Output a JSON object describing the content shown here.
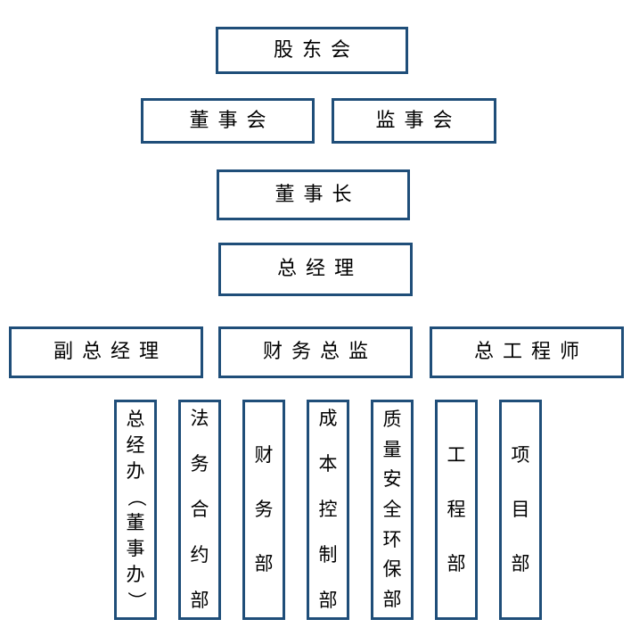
{
  "org_chart": {
    "type": "organization-chart",
    "colors": {
      "box_border": "#1F4E79",
      "box_background": "#FFFFFF",
      "text": "#000000",
      "page_background": "#FFFFFF"
    },
    "levels": {
      "shareholders_meeting": "股东会",
      "board_of_directors": "董事会",
      "supervisory_board": "监事会",
      "chairman": "董事长",
      "general_manager": "总经理",
      "deputy_general_manager": "副总经理",
      "finance_director": "财务总监",
      "chief_engineer": "总工程师"
    },
    "departments": [
      "总经办（董事办）",
      "法务合约部",
      "财务部",
      "成本控制部",
      "质量安全环保部",
      "工程部",
      "项目部"
    ]
  }
}
